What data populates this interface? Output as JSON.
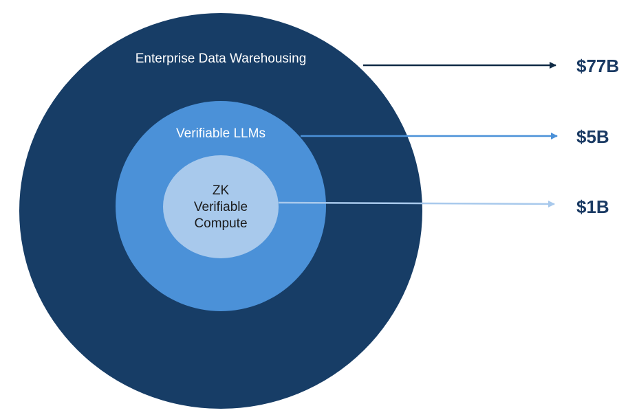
{
  "colors": {
    "outer": "#173d66",
    "middle": "#4b91d8",
    "inner": "#a8c9ec",
    "arrow_outer": "#0f2a45",
    "arrow_middle": "#4b91d8",
    "arrow_inner": "#a8c9ec",
    "value_text": "#1a3a63"
  },
  "rings": [
    {
      "label": "Enterprise Data Warehousing",
      "value": "$77B"
    },
    {
      "label": "Verifiable LLMs",
      "value": "$5B"
    },
    {
      "label_lines": [
        "ZK",
        "Verifiable",
        "Compute"
      ],
      "value": "$1B"
    }
  ]
}
